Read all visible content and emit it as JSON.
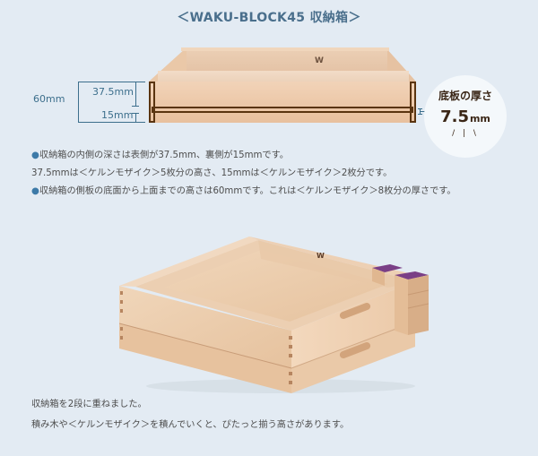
{
  "title": "＜WAKU-BLOCK45 収納箱＞",
  "top_figure": {
    "dimensions": {
      "total_height": "60mm",
      "inner_depth_front": "37.5mm",
      "inner_depth_back": "15mm"
    },
    "logo": "W",
    "outline_color": "#5a3410",
    "dimension_color": "#3d6f8c"
  },
  "badge": {
    "title": "底板の厚さ",
    "value": "7.5",
    "unit": "mm",
    "decoration": "/ | \\"
  },
  "description": {
    "bullet": "●",
    "lines": [
      "収納箱の内側の深さは表側が37.5mm、裏側が15mmです。",
      "37.5mmは＜ケルンモザイク＞5枚分の高さ、15mmは＜ケルンモザイク＞2枚分です。",
      "収納箱の側板の底面から上面までの高さは60mmです。これは＜ケルンモザイク＞8枚分の厚さです。"
    ]
  },
  "stack_figure": {
    "logo": "W",
    "block_top_color": "#7a3f86"
  },
  "bottom_text": {
    "lines": [
      "収納箱を2段に重ねました。",
      "積み木や＜ケルンモザイク＞を積んでいくと、ぴたっと揃う高さがあります。"
    ]
  },
  "colors": {
    "background": "#e3ebf3",
    "title": "#4a6f8c",
    "bullet": "#3d7aa8",
    "badge_text": "#3a2616"
  }
}
